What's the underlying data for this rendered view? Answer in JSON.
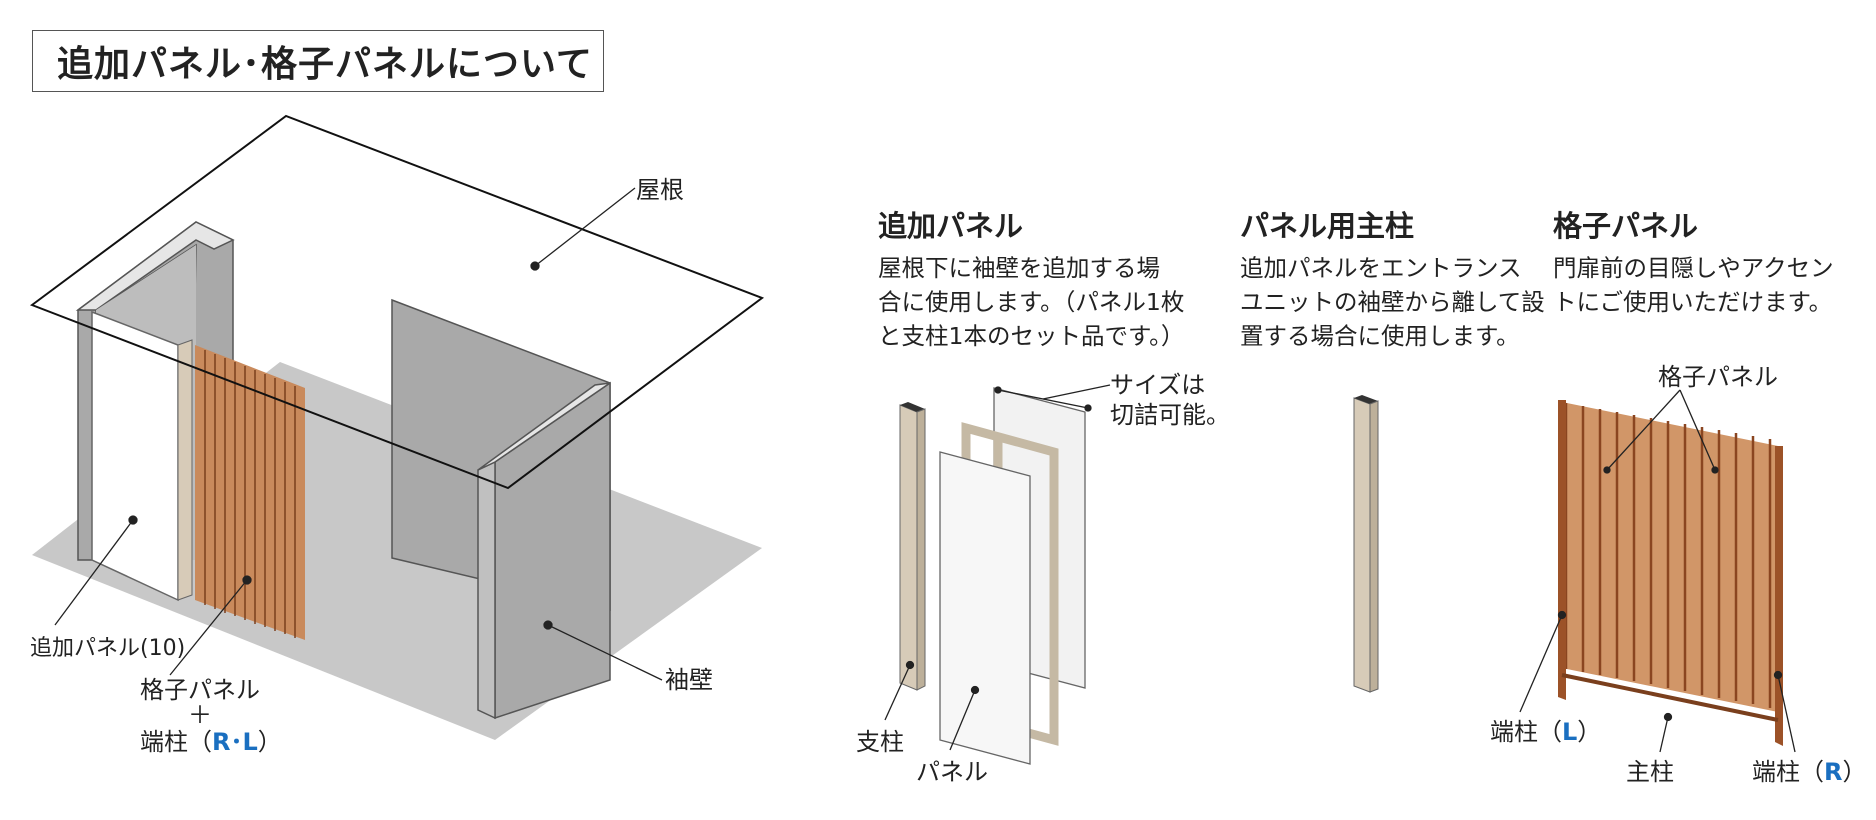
{
  "title": "追加パネル･格子パネルについて",
  "scene_labels": {
    "roof": "屋根",
    "wing_wall": "袖壁",
    "added_panel": "追加パネル(10)",
    "lattice_line1": "格子パネル",
    "lattice_plus": "＋",
    "lattice_line2_prefix": "端柱（",
    "lattice_line2_r": "R",
    "lattice_line2_sep": "･",
    "lattice_line2_l": "L",
    "lattice_line2_suffix": "）"
  },
  "sections": [
    {
      "heading": "追加パネル",
      "lines": [
        "屋根下に袖壁を追加する場",
        "合に使用します。（パネル1枚",
        "と支柱1本のセット品です。）"
      ]
    },
    {
      "heading": "パネル用主柱",
      "lines": [
        "追加パネルをエントランス",
        "ユニットの袖壁から離して設",
        "置する場合に使用します。"
      ]
    },
    {
      "heading": "格子パネル",
      "lines": [
        "門扉前の目隠しやアクセン",
        "トにご使用いただけます。"
      ]
    }
  ],
  "part_labels": {
    "size_line1": "サイズは",
    "size_line2": "切詰可能。",
    "post": "支柱",
    "panel": "パネル",
    "lattice_panel": "格子パネル",
    "end_post_l_prefix": "端柱（",
    "end_post_l": "L",
    "end_post_r_prefix": "端柱（",
    "end_post_r": "R",
    "paren_close": "）",
    "main_post": "主柱"
  },
  "colors": {
    "wall_gray": "#a9a9a9",
    "floor_gray": "#c8c8c8",
    "wood": "#b66a3c",
    "beige": "#d7cbb8",
    "accent_blue": "#1a6fc0"
  }
}
